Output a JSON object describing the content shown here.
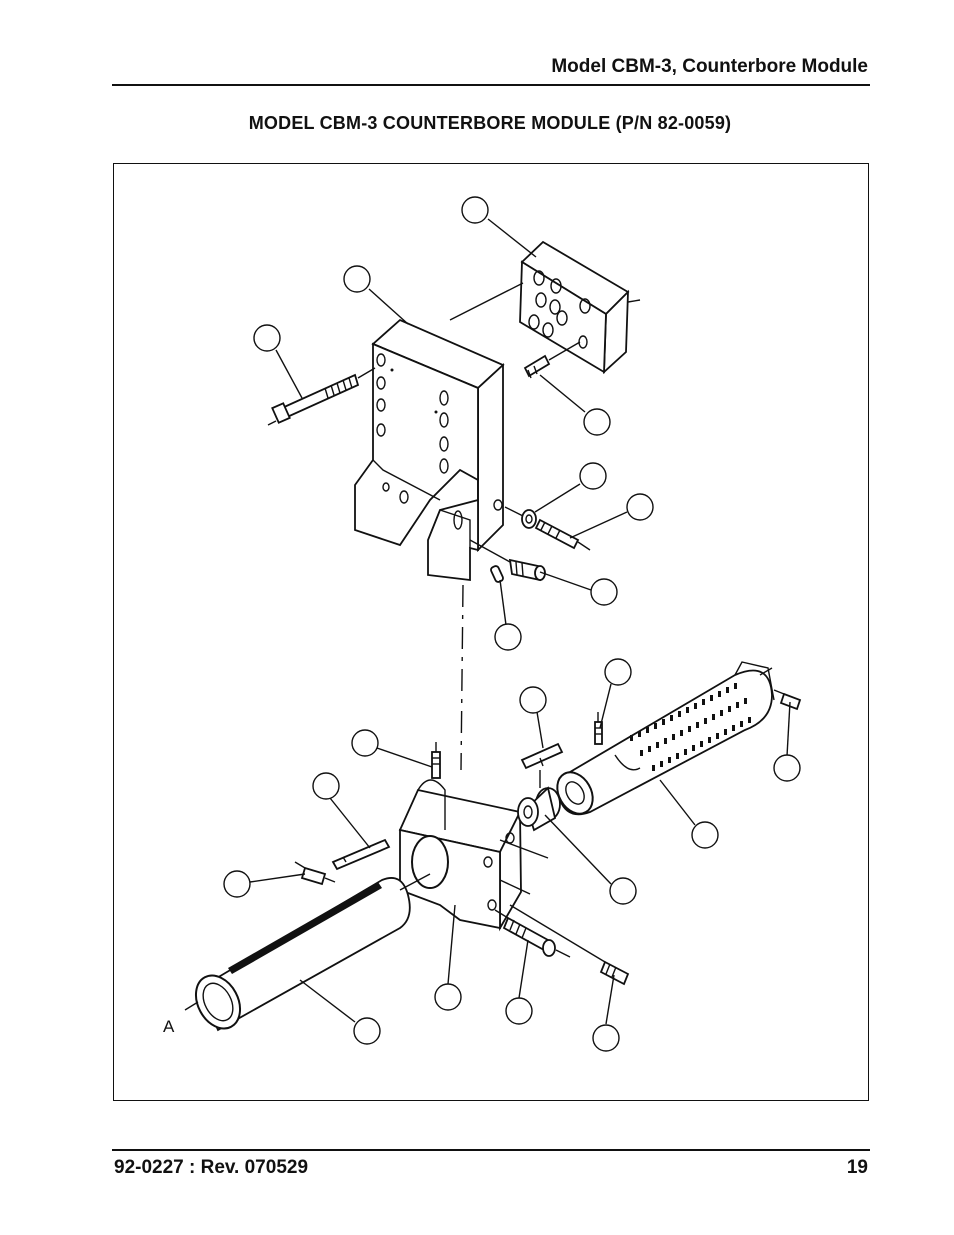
{
  "header": {
    "title": "Model CBM-3, Counterbore Module"
  },
  "document": {
    "title": "MODEL CBM-3 COUNTERBORE MODULE (P/N 82-0059)"
  },
  "figure": {
    "label_a": "A"
  },
  "footer": {
    "doc_number": "92-0227 : Rev. 070529",
    "page_number": "19"
  }
}
